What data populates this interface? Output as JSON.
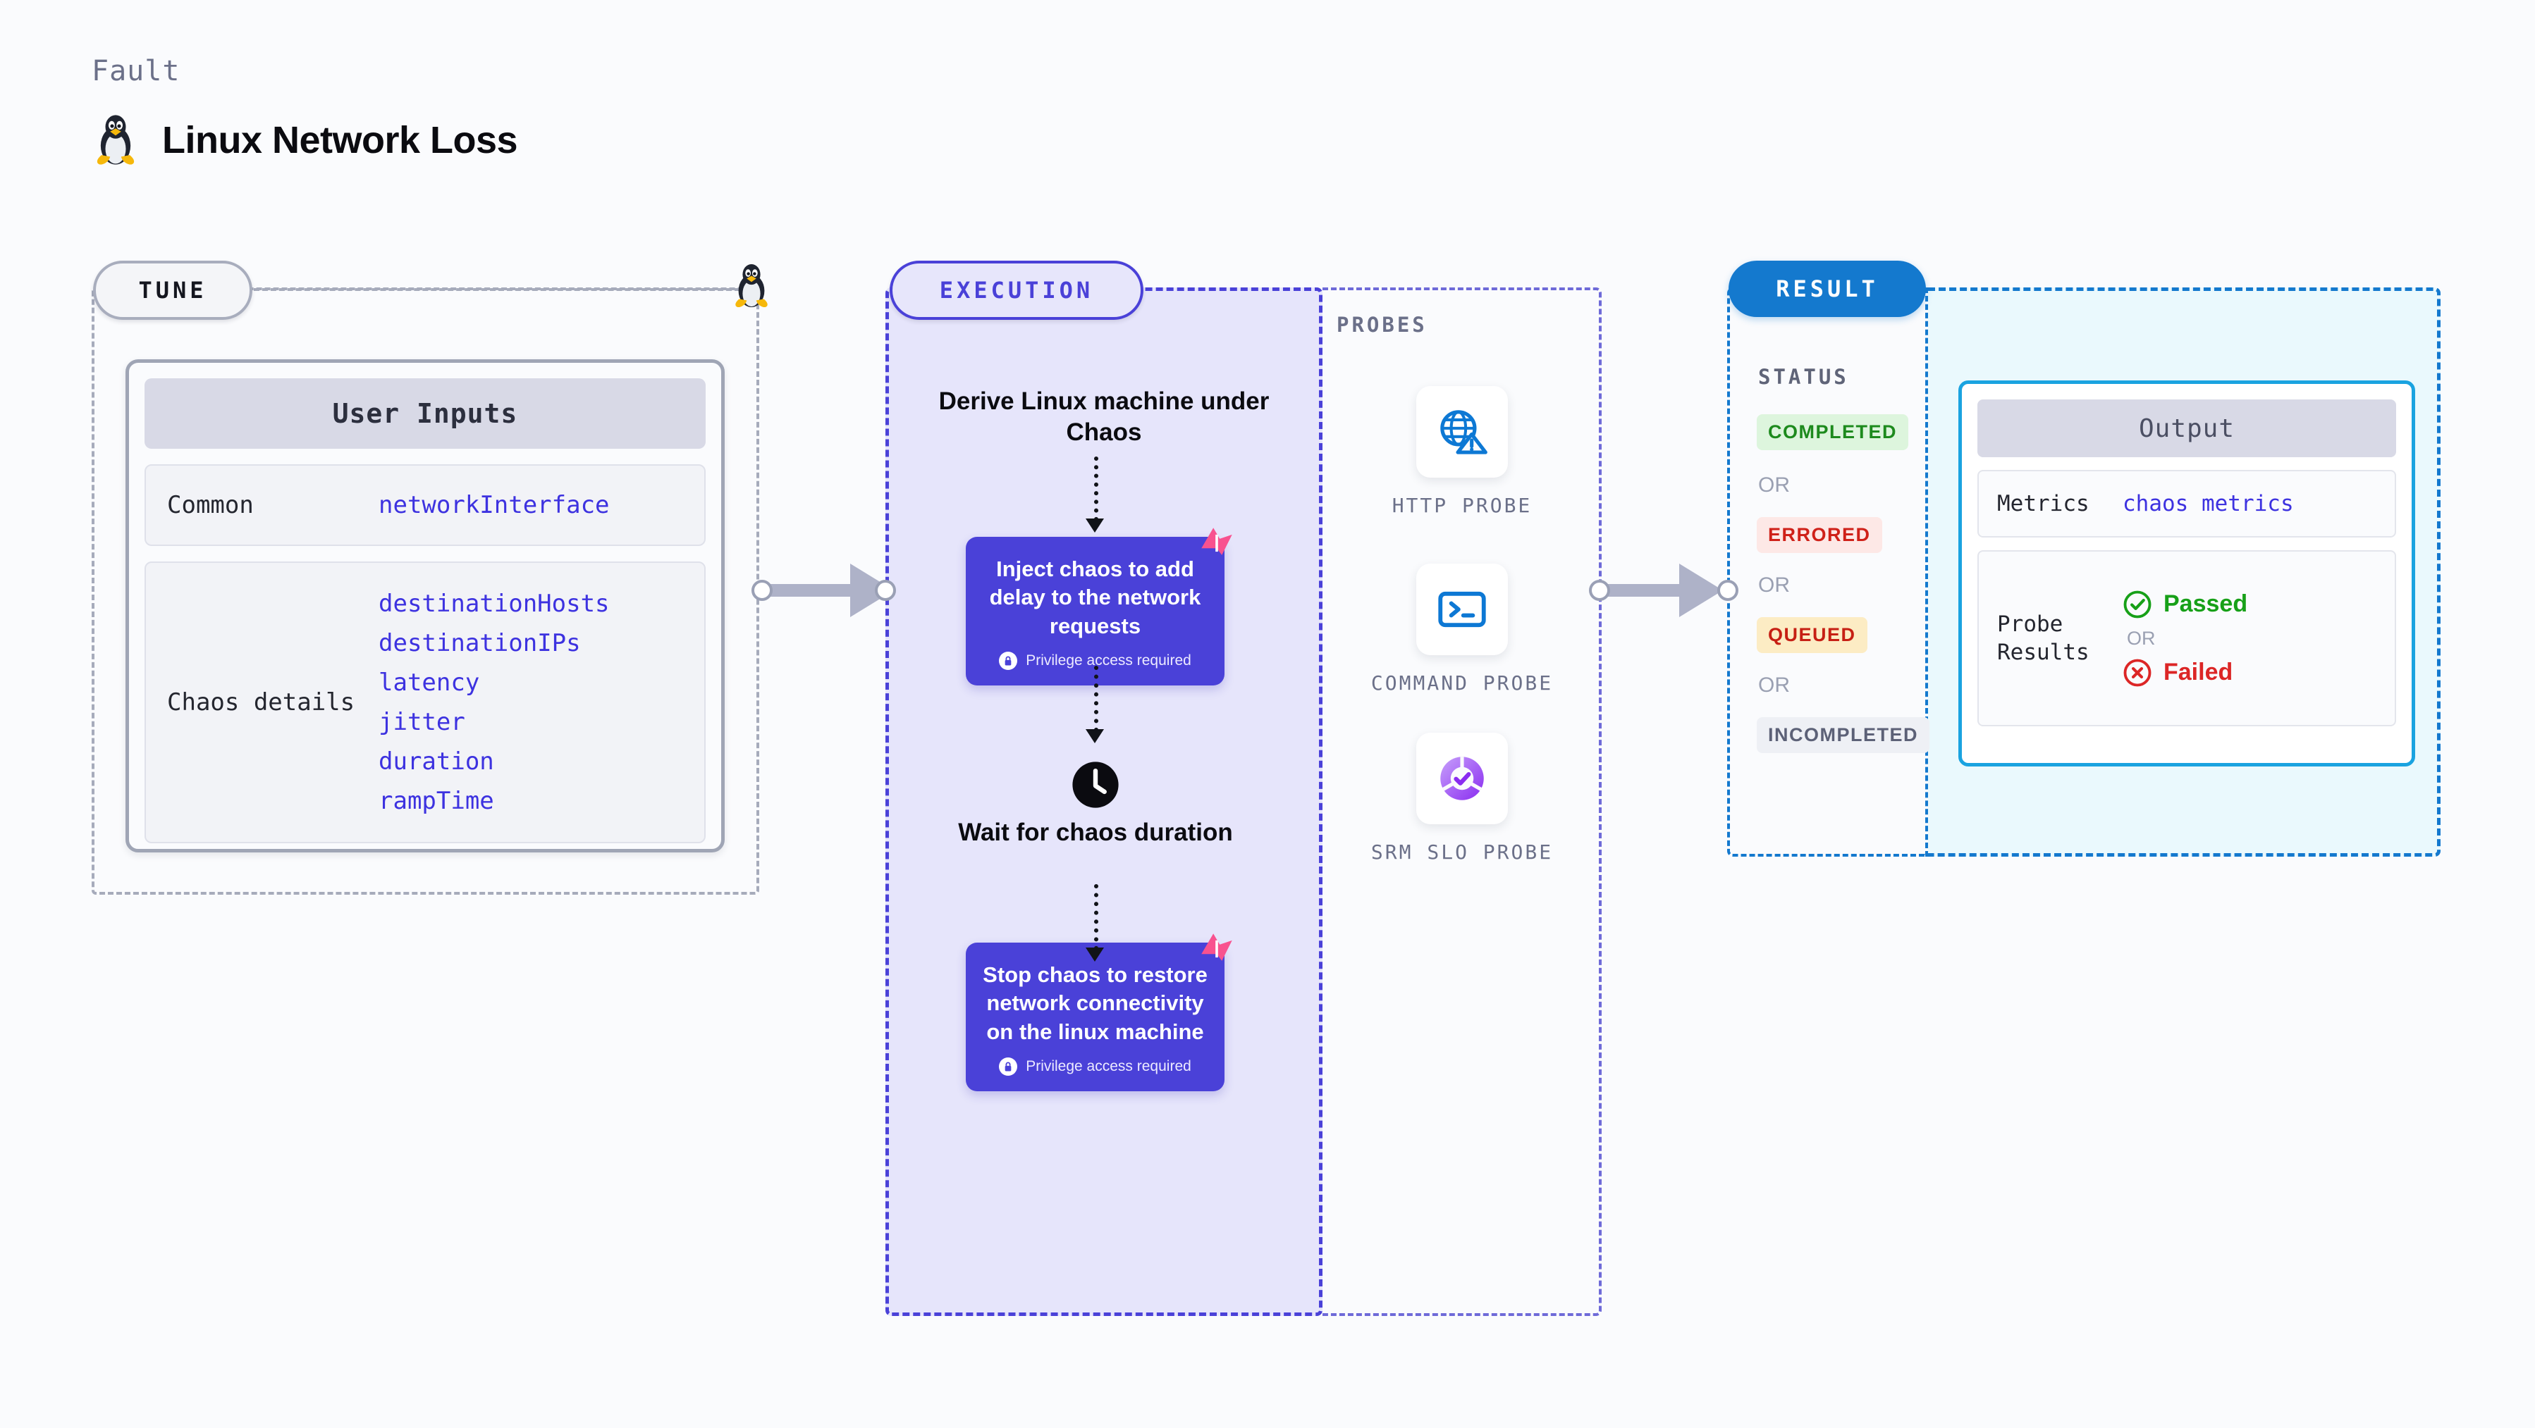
{
  "header": {
    "eyebrow": "Fault",
    "title": "Linux Network Loss",
    "icon": "linux-penguin-icon"
  },
  "tune": {
    "badge": "TUNE",
    "card_title": "User Inputs",
    "rows": [
      {
        "key": "Common",
        "values": [
          "networkInterface"
        ]
      },
      {
        "key": "Chaos details",
        "values": [
          "destinationHosts",
          "destinationIPs",
          "latency",
          "jitter",
          "duration",
          "rampTime"
        ]
      }
    ]
  },
  "execution": {
    "badge": "EXECUTION",
    "steps": [
      {
        "type": "title",
        "text": "Derive Linux machine under Chaos"
      },
      {
        "type": "card",
        "text": "Inject chaos to add delay to the network requests",
        "note": "Privilege access required",
        "note_icon": "lock-icon",
        "corner_icon": "chaos-badge-icon"
      },
      {
        "type": "title",
        "text": "Wait for chaos duration",
        "icon": "clock-icon"
      },
      {
        "type": "card",
        "text": "Stop chaos to restore network connectivity on the linux machine",
        "note": "Privilege access required",
        "note_icon": "lock-icon",
        "corner_icon": "chaos-badge-icon"
      }
    ]
  },
  "probes": {
    "label": "PROBES",
    "items": [
      {
        "name": "HTTP PROBE",
        "icon": "globe-warning-icon"
      },
      {
        "name": "COMMAND PROBE",
        "icon": "terminal-icon"
      },
      {
        "name": "SRM SLO PROBE",
        "icon": "slo-check-icon"
      }
    ]
  },
  "result": {
    "badge": "RESULT",
    "status_label": "STATUS",
    "or_label": "OR",
    "statuses": [
      {
        "label": "COMPLETED",
        "color": "#1d8a1d",
        "bg": "#ddf5dd"
      },
      {
        "label": "ERRORED",
        "color": "#cf2119",
        "bg": "#fde8e6"
      },
      {
        "label": "QUEUED",
        "color": "#c61f14",
        "bg": "#fcecc4"
      },
      {
        "label": "INCOMPLETED",
        "color": "#5c6177",
        "bg": "#eef0f5"
      }
    ],
    "output": {
      "title": "Output",
      "metrics_key": "Metrics",
      "metrics_value": "chaos metrics",
      "probe_key": "Probe Results",
      "passed": "Passed",
      "failed": "Failed",
      "or_label": "OR",
      "passed_icon": "check-circle-icon",
      "failed_icon": "x-circle-icon"
    }
  },
  "colors": {
    "purple": "#4a41d8",
    "purple_fill": "#e6e5fb",
    "blue": "#1479ce",
    "cyan_fill": "#eaf9fd",
    "grey_dash": "#a6abbb",
    "pink": "#f8528f",
    "link": "#3d32e0"
  }
}
